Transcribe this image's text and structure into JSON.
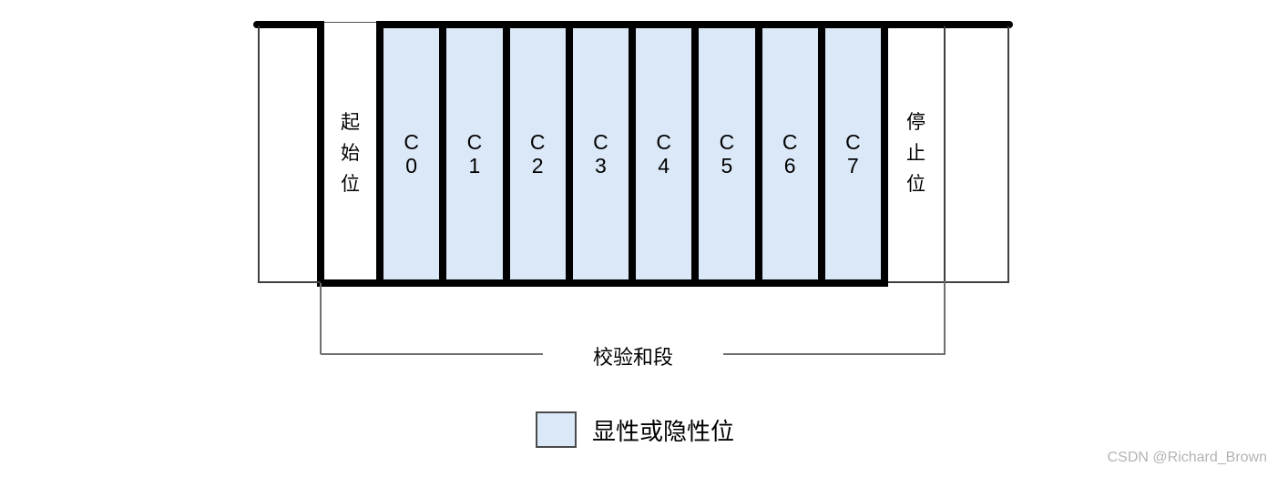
{
  "diagram": {
    "start_bit_label": "起始位",
    "stop_bit_label": "停止位",
    "checksum_label": "校验和段",
    "bits": [
      {
        "letter": "C",
        "digit": "0"
      },
      {
        "letter": "C",
        "digit": "1"
      },
      {
        "letter": "C",
        "digit": "2"
      },
      {
        "letter": "C",
        "digit": "3"
      },
      {
        "letter": "C",
        "digit": "4"
      },
      {
        "letter": "C",
        "digit": "5"
      },
      {
        "letter": "C",
        "digit": "6"
      },
      {
        "letter": "C",
        "digit": "7"
      }
    ],
    "colors": {
      "bit_fill": "#dbe8f7",
      "waveform_line": "#000000",
      "thin_line": "#3f3f3f",
      "bracket_line": "#707070"
    }
  },
  "legend": {
    "swatch_color": "#dbe8f7",
    "label": "显性或隐性位"
  },
  "watermark": "CSDN @Richard_Brown"
}
